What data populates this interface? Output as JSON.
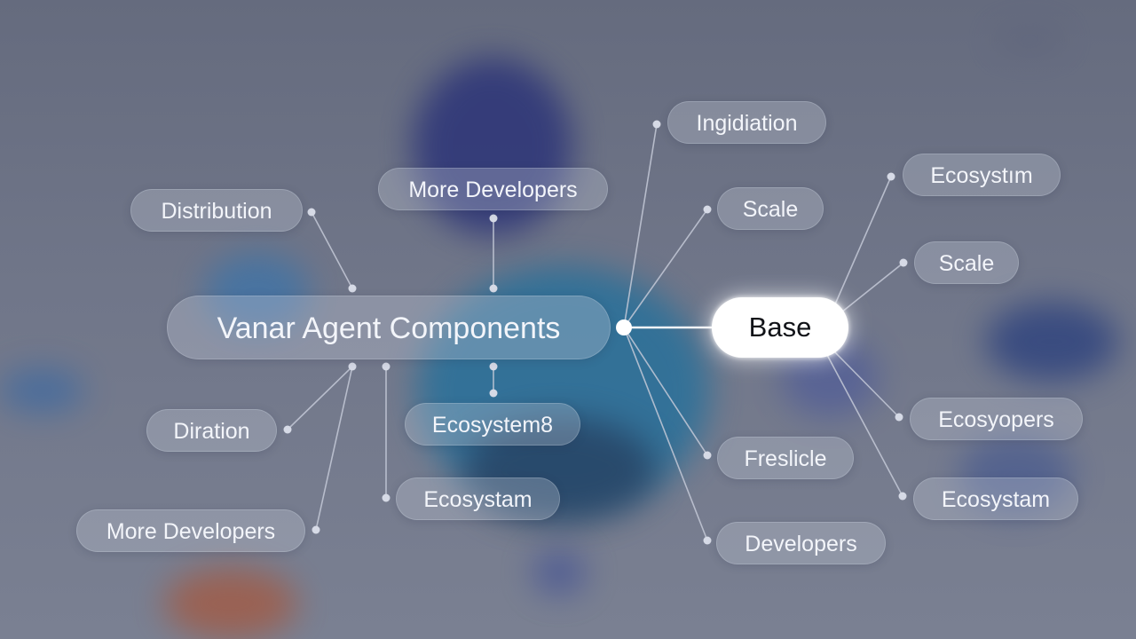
{
  "diagram": {
    "central_node": "Vanar Agent Components",
    "focus_node": "Base",
    "nodes": {
      "distribution": "Distribution",
      "more_developers_top": "More Developers",
      "ingidiation": "Ingidiation",
      "scale_mid": "Scale",
      "ecosystim": "Ecosystım",
      "scale_right": "Scale",
      "diration": "Diration",
      "ecosystem_8": "Ecosystem8",
      "ecosystam_mid": "Ecosystam",
      "more_developers_bottom": "More Developers",
      "freslicle": "Freslicle",
      "developers": "Developers",
      "ecosyopers": "Ecosyopers",
      "ecosystam_right": "Ecosystam"
    }
  },
  "colors": {
    "background": "#6b7186",
    "node_fill": "rgba(200,205,220,0.30)",
    "focus_fill": "#ffffff",
    "focus_text": "#111318",
    "connector": "#c4c9d7"
  }
}
